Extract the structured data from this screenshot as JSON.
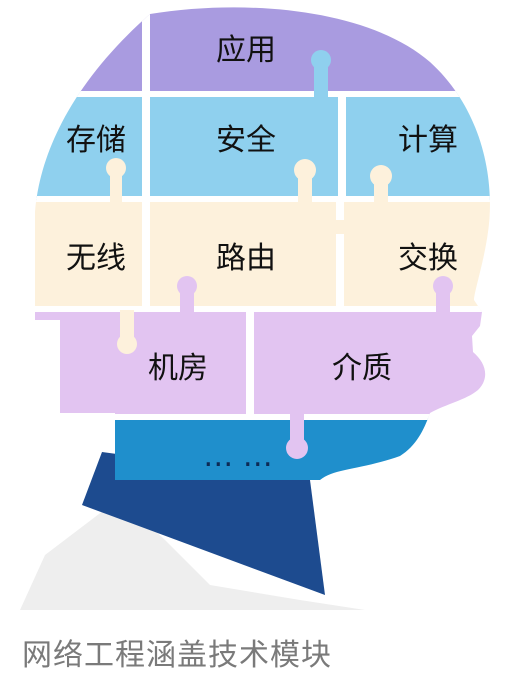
{
  "modules": {
    "app": "应用",
    "storage": "存储",
    "security": "安全",
    "compute": "计算",
    "wireless": "无线",
    "routing": "路由",
    "switching": "交换",
    "datacenter": "机房",
    "media": "介质",
    "more": "… …"
  },
  "caption": "网络工程涵盖技术模块",
  "colors": {
    "purple": "#a99be0",
    "blue": "#8fd0ee",
    "cream": "#fdf1dc",
    "lilac": "#e2c4f1",
    "neck_blue": "#1f8fcc",
    "collar_navy": "#1d4b8f",
    "shirt_gray": "#eeeeee"
  }
}
